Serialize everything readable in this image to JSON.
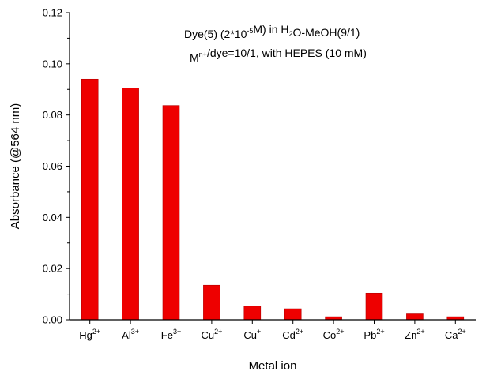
{
  "chart_data": {
    "type": "bar",
    "categories": [
      {
        "base": "Hg",
        "sup": "2+"
      },
      {
        "base": "Al",
        "sup": "3+"
      },
      {
        "base": "Fe",
        "sup": "3+"
      },
      {
        "base": "Cu",
        "sup": "2+"
      },
      {
        "base": "Cu",
        "sup": "+"
      },
      {
        "base": "Cd",
        "sup": "2+"
      },
      {
        "base": "Co",
        "sup": "2+"
      },
      {
        "base": "Pb",
        "sup": "2+"
      },
      {
        "base": "Zn",
        "sup": "2+"
      },
      {
        "base": "Ca",
        "sup": "2+"
      }
    ],
    "values": [
      0.094,
      0.0905,
      0.0837,
      0.0135,
      0.0053,
      0.0043,
      0.0012,
      0.0104,
      0.0023,
      0.0012
    ],
    "xlabel": "Metal ion",
    "ylabel": "Absorbance (@564 nm)",
    "ylim": [
      0,
      0.12
    ],
    "yticks": [
      "0.00",
      "0.02",
      "0.04",
      "0.06",
      "0.08",
      "0.10",
      "0.12"
    ],
    "ytick_values": [
      0,
      0.02,
      0.04,
      0.06,
      0.08,
      0.1,
      0.12
    ],
    "bar_color": "#ee0000",
    "annotation_lines": [
      [
        {
          "t": "Dye(5) (2*10",
          "s": "n"
        },
        {
          "t": "-5",
          "s": "sup"
        },
        {
          "t": "M) in H",
          "s": "n"
        },
        {
          "t": "2",
          "s": "sub"
        },
        {
          "t": "O-MeOH(9/1)",
          "s": "n"
        }
      ],
      [
        {
          "t": "M",
          "s": "n"
        },
        {
          "t": "n+",
          "s": "sup"
        },
        {
          "t": "/dye=10/1, with HEPES (10 mM)",
          "s": "n"
        }
      ]
    ],
    "legend": "none",
    "grid": false
  }
}
